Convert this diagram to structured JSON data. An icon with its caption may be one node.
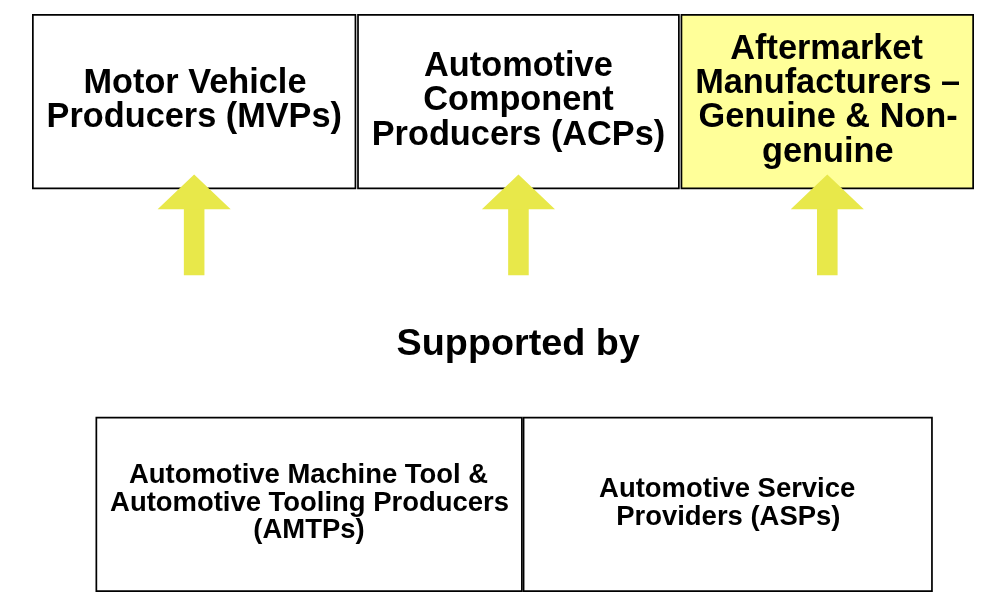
{
  "diagram": {
    "nodes": [
      {
        "text": [
          "Motor Vehicle Producers (MVPs)"
        ]
      },
      {
        "text": [
          "Automotive Component Producers (ACPs)"
        ]
      },
      {
        "text": [
          "Aftermarket Manufacturers – Genuine & Non-genuine"
        ]
      },
      {
        "text": [
          "Automotive Machine Tool & Automotive Tooling Producers (AMTPs)"
        ]
      },
      {
        "text": [
          "Automotive Service Providers (ASPs)"
        ]
      }
    ],
    "edges": [
      {
        "from": null,
        "to": 0,
        "arrow": "to"
      },
      {
        "from": null,
        "to": 1,
        "arrow": "to"
      },
      {
        "from": null,
        "to": 2,
        "arrow": "to"
      }
    ],
    "labels": [
      "Supported by"
    ]
  }
}
